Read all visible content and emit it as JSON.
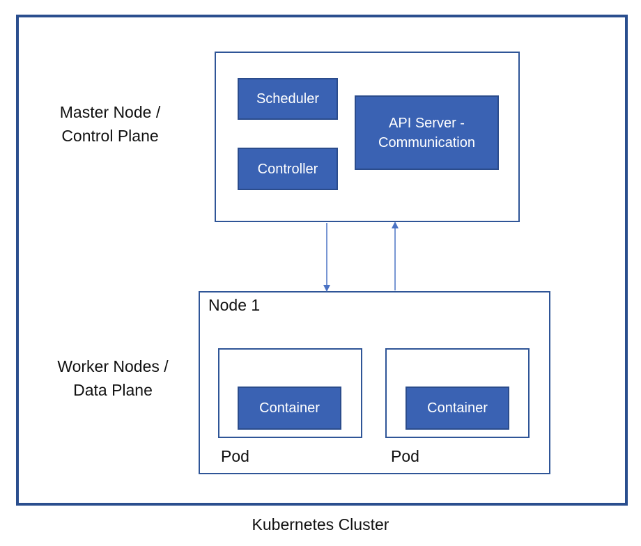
{
  "diagram": {
    "cluster_label": "Kubernetes Cluster",
    "master": {
      "label": "Master Node /\nControl Plane",
      "components": {
        "scheduler": "Scheduler",
        "controller": "Controller",
        "api_server": "API Server -\nCommunication"
      }
    },
    "worker": {
      "label": "Worker Nodes /\nData Plane",
      "node_title": "Node 1",
      "pods": [
        {
          "container_label": "Container",
          "pod_label": "Pod"
        },
        {
          "container_label": "Container",
          "pod_label": "Pod"
        }
      ]
    }
  },
  "colors": {
    "component_fill": "#3a62b3",
    "border": "#2f5597",
    "frame": "#2a4e8e",
    "arrow": "#4a72c4"
  }
}
